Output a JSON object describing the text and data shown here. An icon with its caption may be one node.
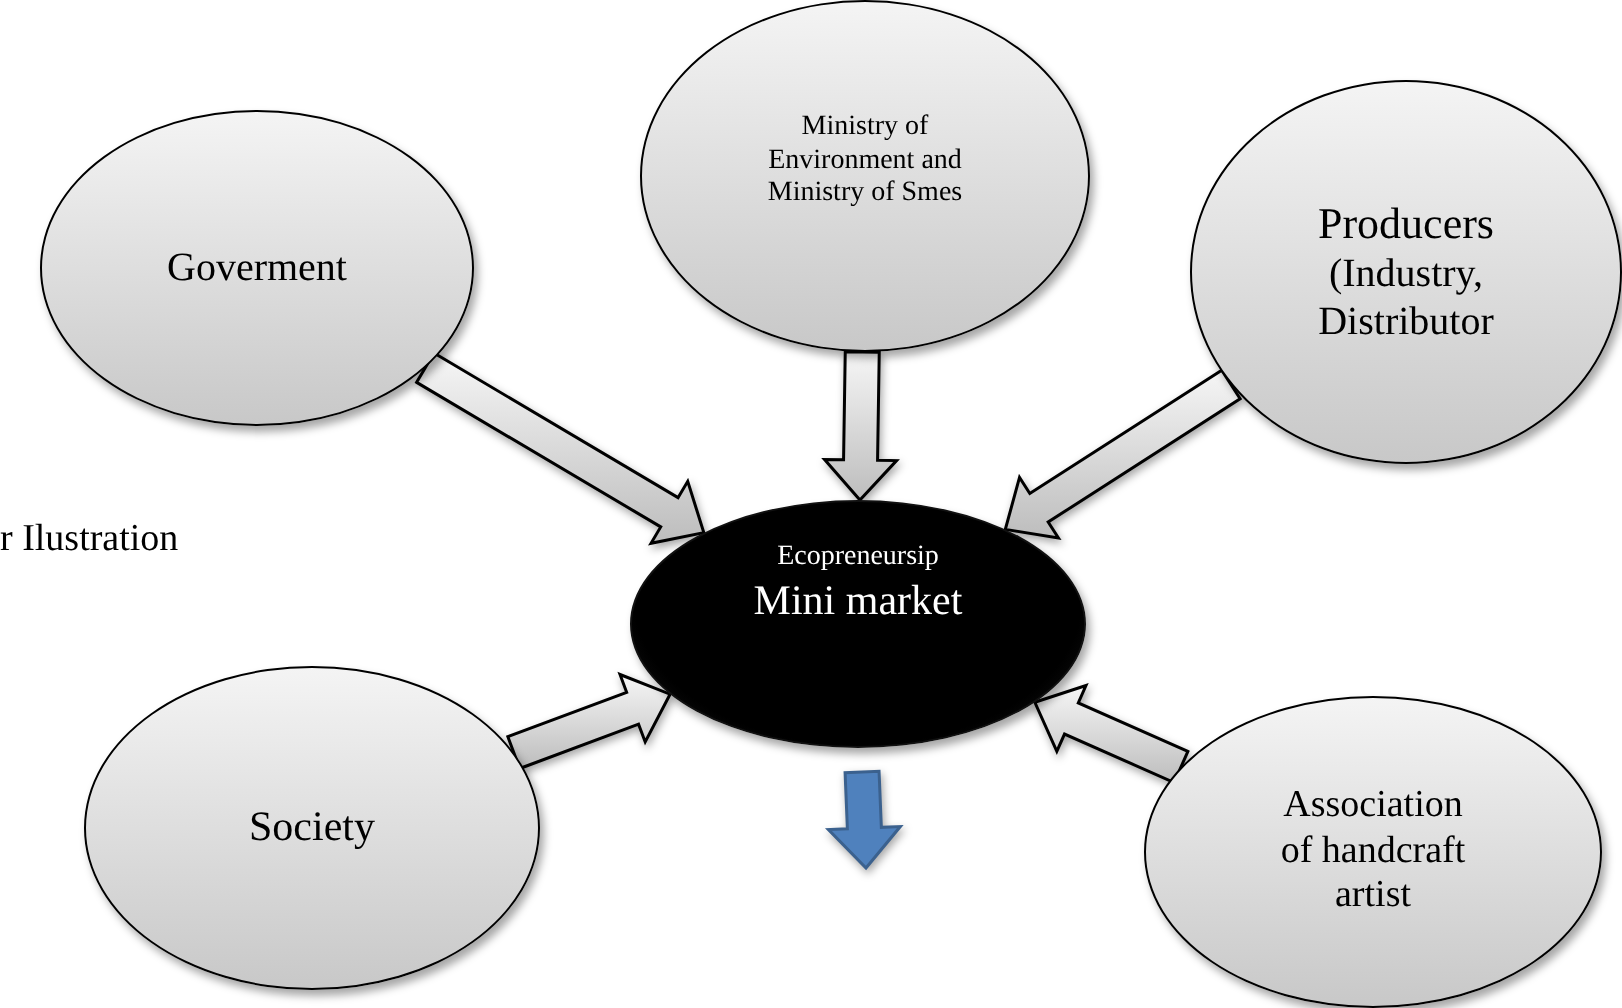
{
  "diagram": {
    "nodes": [
      {
        "text": [
          "Goverment"
        ]
      },
      {
        "text": [
          "Ministry of Environment and Ministry of Smes"
        ]
      },
      {
        "text": [
          "Producers",
          "(Industry, Distributor"
        ]
      },
      {
        "text": [
          "Ecopreneursip",
          "Mini market"
        ]
      },
      {
        "text": [
          "Society"
        ]
      },
      {
        "text": [
          "Association of handcraft artist"
        ]
      }
    ],
    "edges": [
      {
        "from": 0,
        "to": 3,
        "arrow": "to"
      },
      {
        "from": 1,
        "to": 3,
        "arrow": "to"
      },
      {
        "from": 2,
        "to": 3,
        "arrow": "to"
      },
      {
        "from": 4,
        "to": 3,
        "arrow": "to"
      },
      {
        "from": 5,
        "to": 3,
        "arrow": "to"
      },
      {
        "from": 3,
        "to": null,
        "arrow": "to",
        "color": "#4f81bd"
      }
    ],
    "labels": [
      "r Ilustration"
    ]
  }
}
